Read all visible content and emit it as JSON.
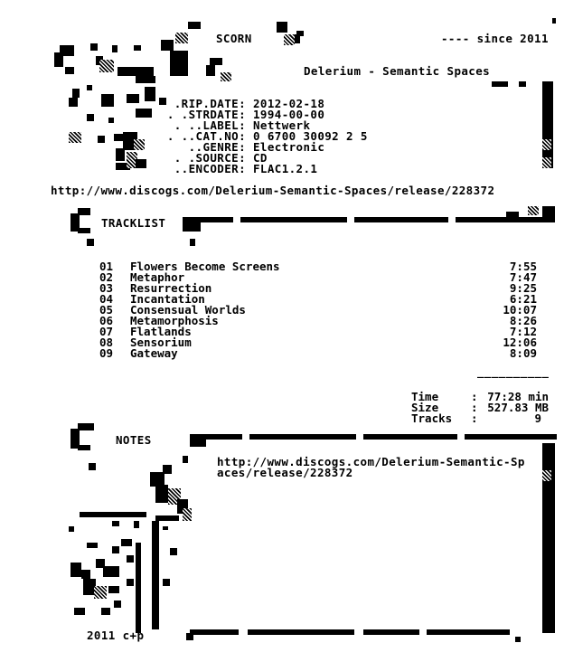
{
  "header": {
    "group": "SCORN",
    "since": "---- since 2011",
    "release_title": "Delerium - Semantic Spaces"
  },
  "info": [
    {
      "label": ".RIP.DATE:",
      "value": "2012-02-18"
    },
    {
      "label": ". .STRDATE:",
      "value": "1994-00-00"
    },
    {
      "label": ". ..LABEL:",
      "value": "Nettwerk"
    },
    {
      "label": ". ..CAT.NO:",
      "value": "0 6700 30092 2 5"
    },
    {
      "label": "..GENRE:",
      "value": "Electronic"
    },
    {
      "label": ". .SOURCE:",
      "value": "CD"
    },
    {
      "label": "..ENCODER:",
      "value": "FLAC1.2.1"
    }
  ],
  "url": "http://www.discogs.com/Delerium-Semantic-Spaces/release/228372",
  "tracklist": {
    "heading": "TRACKLIST",
    "tracks": [
      {
        "num": "01",
        "title": "Flowers Become Screens",
        "duration": "7:55"
      },
      {
        "num": "02",
        "title": "Metaphor",
        "duration": "7:47"
      },
      {
        "num": "03",
        "title": "Resurrection",
        "duration": "9:25"
      },
      {
        "num": "04",
        "title": "Incantation",
        "duration": "6:21"
      },
      {
        "num": "05",
        "title": "Consensual Worlds",
        "duration": "10:07"
      },
      {
        "num": "06",
        "title": "Metamorphosis",
        "duration": "8:26"
      },
      {
        "num": "07",
        "title": "Flatlands",
        "duration": "7:12"
      },
      {
        "num": "08",
        "title": "Sensorium",
        "duration": "12:06"
      },
      {
        "num": "09",
        "title": "Gateway",
        "duration": "8:09"
      }
    ],
    "separator": "__________",
    "totals": [
      {
        "label": "Time",
        "colon": ":",
        "value": "77:28 min"
      },
      {
        "label": "Size",
        "colon": ":",
        "value": "527.83 MB"
      },
      {
        "label": "Tracks",
        "colon": ":",
        "value": "9"
      }
    ]
  },
  "notes": {
    "heading": "NOTES",
    "line1": "http://www.discogs.com/Delerium-Semantic-Sp",
    "line2": "aces/release/228372"
  },
  "footer": "2011 c+p"
}
